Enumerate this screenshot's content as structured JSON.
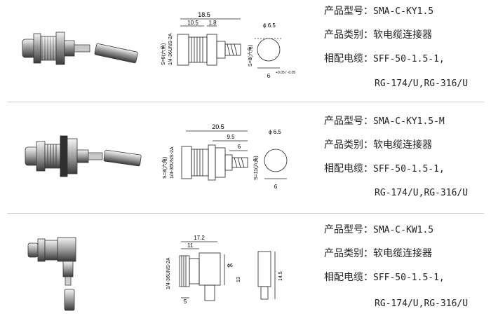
{
  "products": [
    {
      "model_label": "产品型号：",
      "model": "SMA-C-KY1.5",
      "category_label": "产品类别：",
      "category": "软电缆连接器",
      "cable_label": "相配电缆：",
      "cable_line1": "SFF-50-1.5-1,",
      "cable_line2": "RG-174/U,RG-316/U",
      "dims": {
        "total": "18.5",
        "a": "10.5",
        "b": "1.8",
        "dia": "ϕ 6.5",
        "hex_a": "S=8(六角)",
        "thread": "1/4-36UNS-2A",
        "hex_b": "S=8(六角)",
        "base": "6",
        "tol": "+0.05 / -0.05"
      }
    },
    {
      "model_label": "产品型号：",
      "model": "SMA-C-KY1.5-M",
      "category_label": "产品类别：",
      "category": "软电缆连接器",
      "cable_label": "相配电缆：",
      "cable_line1": "SFF-50-1.5-1,",
      "cable_line2": "RG-174/U,RG-316/U",
      "dims": {
        "total": "20.5",
        "a": "9.5",
        "b": "6",
        "dia": "ϕ 6.5",
        "hex_a": "S=8(六角)",
        "thread": "1/4-36UNS-2A",
        "hex_b": "S=11(六角)",
        "base": "6"
      }
    },
    {
      "model_label": "产品型号：",
      "model": "SMA-C-KW1.5",
      "category_label": "产品类别：",
      "category": "软电缆连接器",
      "cable_label": "相配电缆：",
      "cable_line1": "SFF-50-1.5-1,",
      "cable_line2": "RG-174/U,RG-316/U",
      "dims": {
        "total": "17.2",
        "a": "11",
        "b": "5",
        "dia": "ϕ6",
        "h": "13",
        "thread": "1/4-36UNS-2A",
        "h2": "14.5"
      }
    }
  ]
}
